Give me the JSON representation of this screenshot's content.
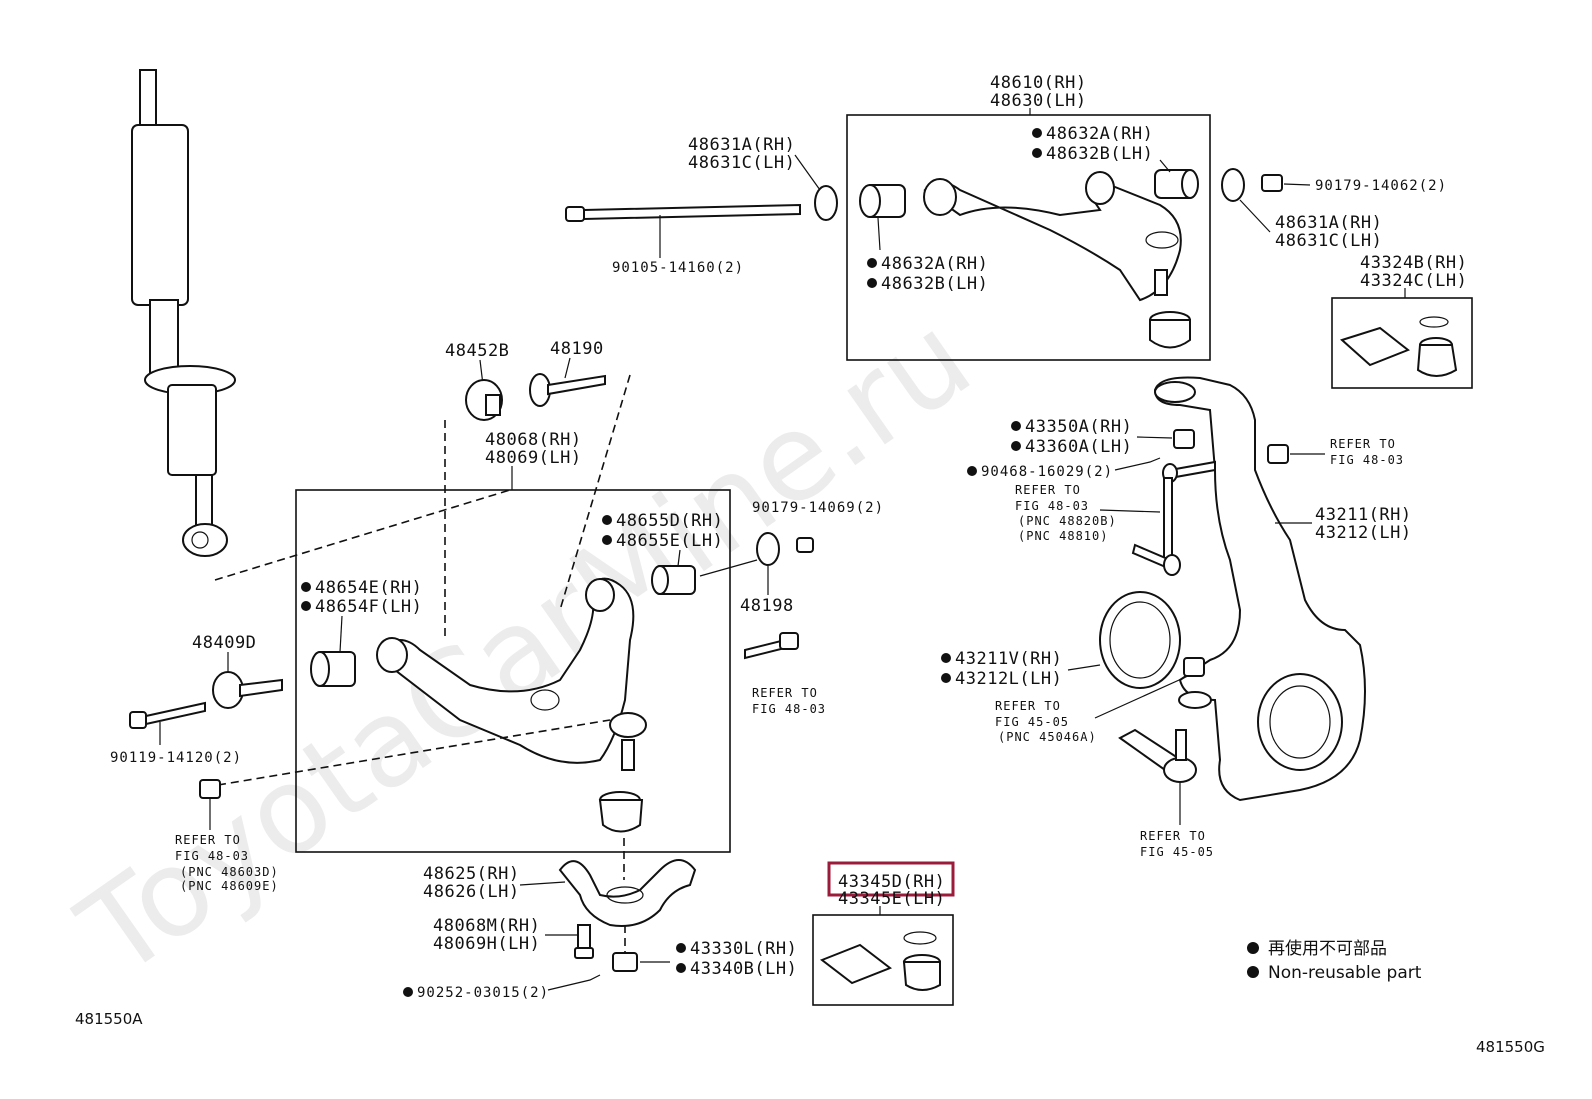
{
  "watermark": "ToyotaCarMine.ru",
  "figure_code_left": "481550A",
  "figure_code_right": "481550G",
  "highlight_color": "#9b1b3a",
  "labels": {
    "upper_arm_rh": "48610(RH)",
    "upper_arm_lh": "48630(LH)",
    "upper_bush_a_rh": "48631A(RH)",
    "upper_bush_c_lh": "48631C(LH)",
    "upper_bush_a_rh_2": "48631A(RH)",
    "upper_bush_c_lh_2": "48631C(LH)",
    "upper_bushing_a_rh_top": "48632A(RH)",
    "upper_bushing_b_lh_top": "48632B(LH)",
    "upper_bushing_a_rh": "48632A(RH)",
    "upper_bushing_b_lh": "48632B(LH)",
    "upper_bolt": "90105-14160(2)",
    "upper_nut": "90179-14062(2)",
    "boot_kit_rh": "43324B(RH)",
    "boot_kit_lh": "43324C(LH)",
    "cam_plate": "48452B",
    "cam_bolt": "48190",
    "lower_arm_rh": "48068(RH)",
    "lower_arm_lh": "48069(LH)",
    "lower_bushing_d_rh": "48655D(RH)",
    "lower_bushing_e_lh": "48655E(LH)",
    "lower_nut": "90179-14069(2)",
    "lower_washer": "48198",
    "lower_bushing_front_rh": "48654E(RH)",
    "lower_bushing_front_lh": "48654F(LH)",
    "cam_48409": "48409D",
    "lower_bolt": "90119-14120(2)",
    "refer_to": "REFER TO",
    "fig_4803_a": "FIG 48-03",
    "pnc_48603": "(PNC 48603D)",
    "pnc_48609": "(PNC 48609E)",
    "fig_4803_b": "FIG 48-03",
    "ball_joint_rh": "48625(RH)",
    "ball_joint_lh": "48626(LH)",
    "lower_arm_sub_rh": "48068M(RH)",
    "lower_arm_sub_lh": "48069H(LH)",
    "nut_43330": "43330L(RH)",
    "nut_43340": "43340B(LH)",
    "cotter_pin": "90252-03015(2)",
    "boot_kit_lower_rh": "43345D(RH)",
    "boot_kit_lower_lh": "43345E(LH)",
    "nut_43350": "43350A(RH)",
    "nut_43360": "43360A(LH)",
    "cotter_90468": "90468-16029(2)",
    "fig_4803_c": "FIG 48-03",
    "pnc_48820": "(PNC 48820B)",
    "pnc_48810": "(PNC 48810)",
    "fig_4803_d": "FIG 48-03",
    "knuckle_rh": "43211(RH)",
    "knuckle_lh": "43212(LH)",
    "seal_rh": "43211V(RH)",
    "seal_lh": "43212L(LH)",
    "fig_4505_a": "FIG 45-05",
    "pnc_45046": "(PNC 45046A)",
    "fig_4505_b": "FIG 45-05"
  },
  "legend": {
    "jp": "再使用不可部品",
    "en": "Non-reusable part"
  }
}
